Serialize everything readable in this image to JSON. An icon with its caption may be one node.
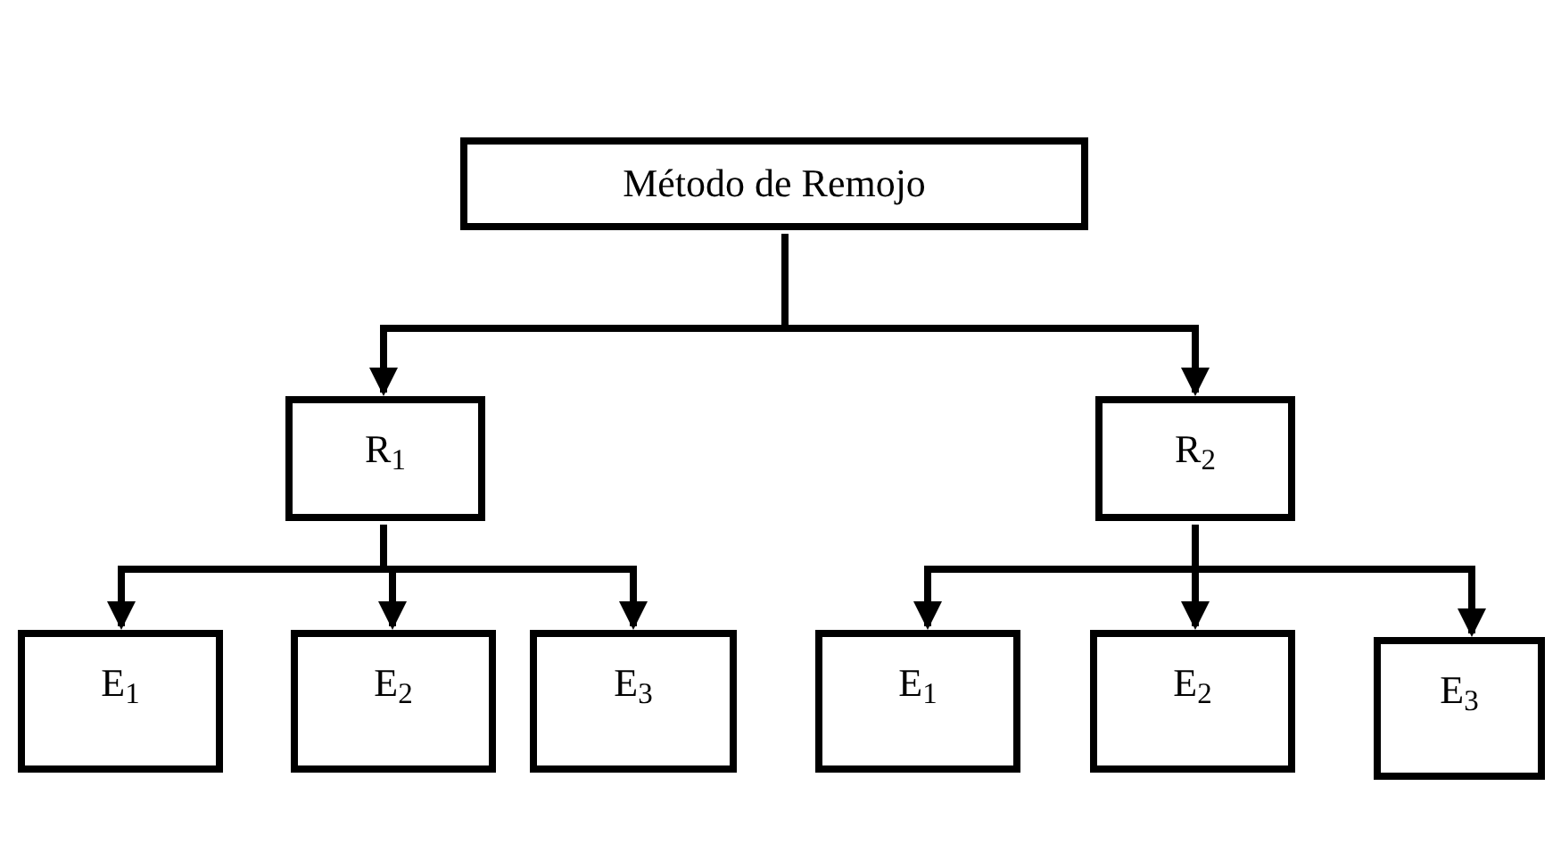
{
  "diagram": {
    "nodes": [
      {
        "text": [
          "Método de Remojo"
        ]
      },
      {
        "text": [
          "R$_{1}$"
        ]
      },
      {
        "text": [
          "R$_{2}$"
        ]
      },
      {
        "text": [
          "E$_{1}$"
        ]
      },
      {
        "text": [
          "E$_{2}$"
        ]
      },
      {
        "text": [
          "E$_{3}$"
        ]
      },
      {
        "text": [
          "E$_{1}$"
        ]
      },
      {
        "text": [
          "E$_{2}$"
        ]
      },
      {
        "text": [
          "E$_{3}$"
        ]
      }
    ],
    "edges": [
      {
        "from": 0,
        "to": 1,
        "arrow": "to"
      },
      {
        "from": 0,
        "to": 2,
        "arrow": "to"
      },
      {
        "from": 1,
        "to": 3,
        "arrow": "to"
      },
      {
        "from": 1,
        "to": 4,
        "arrow": "to"
      },
      {
        "from": 1,
        "to": 5,
        "arrow": "to"
      },
      {
        "from": 2,
        "to": 6,
        "arrow": "to"
      },
      {
        "from": 2,
        "to": 7,
        "arrow": "to"
      },
      {
        "from": 2,
        "to": 8,
        "arrow": "to"
      }
    ]
  }
}
